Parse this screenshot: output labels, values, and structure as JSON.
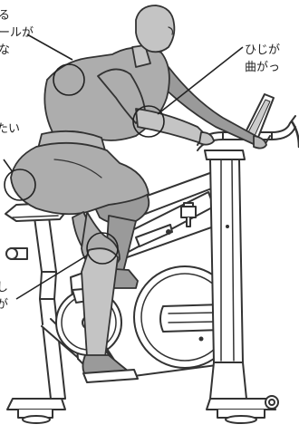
{
  "figure": {
    "image_name": "spin-bike-riding-posture-illustration",
    "callouts": {
      "back": {
        "lines": [
          "る",
          "ールが",
          "な"
        ],
        "marker_icon": "circle-marker-icon"
      },
      "hip": {
        "lines": [
          "たい"
        ],
        "marker_icon": "circle-marker-icon"
      },
      "elbow": {
        "lines": [
          "ひじが",
          "曲がっ"
        ],
        "marker_icon": "circle-marker-icon"
      },
      "knee": {
        "lines": [
          "し",
          "が"
        ],
        "marker_icon": "circle-marker-icon"
      }
    },
    "colors": {
      "figure_fill": "#adadad",
      "figure_shadow": "#9a9a9a",
      "line": "#333333",
      "callout_line": "#222222",
      "background": "#ffffff"
    }
  }
}
